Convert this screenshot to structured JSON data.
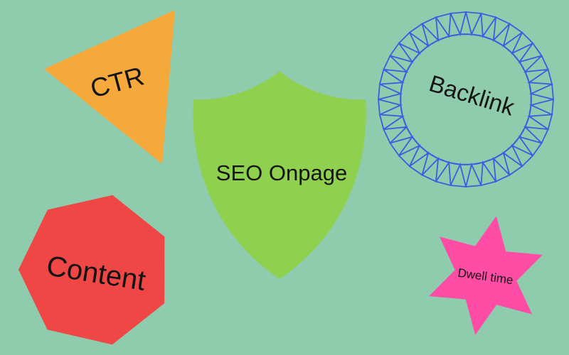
{
  "labels": {
    "triangle": "CTR",
    "shield": "SEO Onpage",
    "wreath": "Backlink",
    "heptagon": "Content",
    "star": "Dwell time"
  },
  "colors": {
    "background": "#8fccae",
    "triangle": "#f6a93b",
    "shield": "#8fd14e",
    "wreath": "#3d5ce0",
    "heptagon": "#ee4746",
    "star": "#ff4da6",
    "text": "#141414"
  }
}
